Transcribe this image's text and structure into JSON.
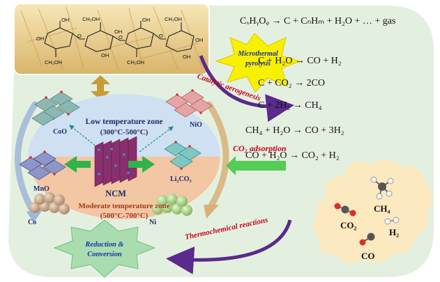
{
  "colors": {
    "panel_bg": "#e4f0df",
    "low_zone": "#cfe0f3",
    "moderate_zone": "#f3c6a4",
    "burst_yellow": "#f7f000",
    "arrow_purple": "#5a2a8c",
    "label_red": "#c4001a",
    "label_blue": "#1a2fa8",
    "arrow_green": "#55cc55",
    "arrow_brown": "#c79a3a",
    "cloud_bg": "#fde9c0"
  },
  "icons": [
    "biomass-photo",
    "cellulose-structure",
    "crystal-lattice",
    "sphere-particles",
    "molecule-model"
  ],
  "labels": {
    "microthermal_1": "Microthermal",
    "microthermal_2": "pyrolysis",
    "catalytic": "Catalytic aerogenesis",
    "co2_adsorption": "CO₂ adsorption",
    "thermochemical": "Thermochemical reactions",
    "reduction_1": "Reduction &",
    "reduction_2": "Conversion",
    "low_zone": "Low temperature zone",
    "low_range": "(300°C-500°C)",
    "moderate_zone": "Moderate temperature zone",
    "moderate_range": "(500°C-700°C)",
    "ncm": "NCM",
    "coo": "CoO",
    "nio": "NiO",
    "mno": "MnO",
    "li2co3": "Li₂CO₃",
    "co": "Co",
    "ni": "Ni"
  },
  "cellulose_labels": {
    "oh": "OH",
    "ch2oh": "CH₂OH",
    "o": "O"
  },
  "equations": [
    "CₓHᵧOᵩ → C + CₙHₘ + H₂O + … + gas",
    "C + H₂O → CO + H₂",
    "C + CO₂ → 2CO",
    "C + 2H₂ → CH₄",
    "CH₄ + H₂O → CO + 3H₂",
    "CO + H₂O → CO₂ + H₂"
  ],
  "gases": {
    "ch4": "CH₄",
    "co2": "CO₂",
    "h2": "H₂",
    "co": "CO"
  }
}
